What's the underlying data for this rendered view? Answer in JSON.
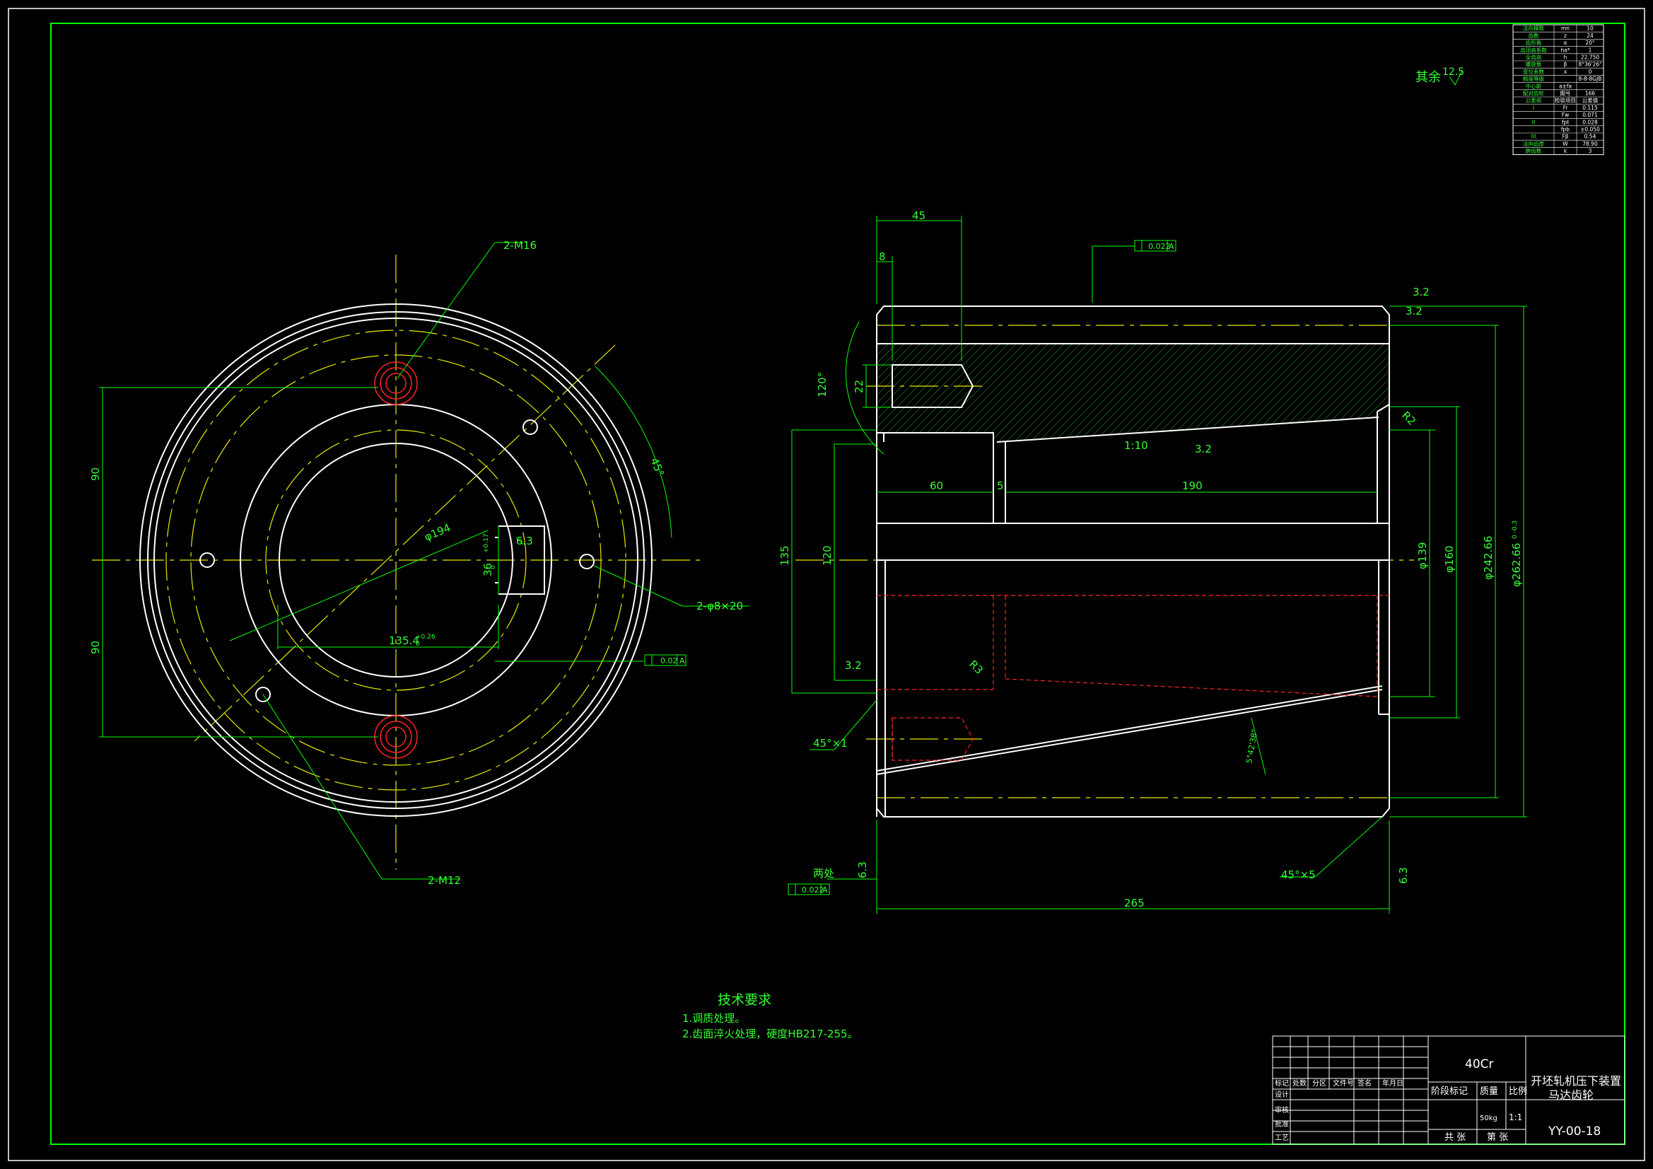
{
  "colors": {
    "background": "#000000",
    "outline": "#ffffff",
    "dimension": "#00ff00",
    "centerline": "#e8e800",
    "hidden": "#ff2222",
    "hatch": "#22aa22"
  },
  "left_view": {
    "bolt_top": "2-M16",
    "bolt_bottom": "2-M12",
    "holes": "2-φ8×20",
    "pcd": "φ194",
    "dim_90_a": "90",
    "dim_90_b": "90",
    "angle": "45°",
    "keyway_depth": "36",
    "keyway_depth_tol_hi": "+0.17",
    "keyway_depth_tol_lo": "0",
    "keyway_rough": "6.3",
    "bore_dim": "135.4",
    "bore_dim_tol_hi": "+0.26",
    "bore_dim_tol_lo": "0",
    "flatness_tol": "0.02",
    "flatness_ref": "A"
  },
  "right_view": {
    "dim_45": "45",
    "dim_8": "8",
    "dim_22": "22",
    "angle_120": "120°",
    "runout_tol": "0.022",
    "runout_ref": "A",
    "rough_top_a": "3.2",
    "rough_top_b": "3.2",
    "r2": "R2",
    "taper": "1:10",
    "taper_rough": "3.2",
    "dim_60": "60",
    "dim_5": "5",
    "dim_190": "190",
    "dim_135": "135",
    "dim_120": "120",
    "dim_139": "φ139",
    "dim_160": "φ160",
    "dim_242": "φ242.66",
    "dim_262": "φ262.66",
    "dim_262_tol": "0 -0.3",
    "rough_left": "3.2",
    "r3": "R3",
    "chamfer_left": "45°×1",
    "taper_angle": "5°42'38\"",
    "two_places": "两处",
    "runout2_tol": "0.022",
    "runout2_ref": "A",
    "rough_bottom_left": "6.3",
    "chamfer_right": "45°×5",
    "rough_bottom_right": "6.3",
    "dim_265": "265"
  },
  "roughness_note": {
    "label": "其余",
    "value": "12.5"
  },
  "param_table": {
    "rows": [
      [
        "法向模数",
        "mn",
        "10"
      ],
      [
        "齿数",
        "z",
        "24"
      ],
      [
        "齿形角",
        "α",
        "20°"
      ],
      [
        "齿顶高系数",
        "ha*",
        "1"
      ],
      [
        "全齿高",
        "h",
        "22.750"
      ],
      [
        "螺旋角",
        "β",
        "8°36'26\""
      ],
      [
        "变位系数",
        "x",
        "0"
      ],
      [
        "精度等级",
        "",
        "8-8-8GJB"
      ],
      [
        "中心距",
        "a±fa",
        ""
      ],
      [
        "配对齿轮",
        "图号",
        "166"
      ],
      [
        "公差组",
        "检验项目",
        "公差值"
      ],
      [
        "I",
        "Fr",
        "0.115"
      ],
      [
        "",
        "Fw",
        "0.071"
      ],
      [
        "II",
        "fpt",
        "0.028"
      ],
      [
        "",
        "fpb",
        "±0.050"
      ],
      [
        "III",
        "Fβ",
        "0.54"
      ],
      [
        "法向齿厚",
        "W",
        "78.90"
      ],
      [
        "跨齿数",
        "k",
        "3"
      ]
    ]
  },
  "notes": {
    "title": "技术要求",
    "lines": [
      "1.调质处理。",
      "2.齿面淬火处理，硬度HB217-255。"
    ]
  },
  "title_block": {
    "material": "40Cr",
    "title_line1": "开坯轧机压下装置",
    "title_line2": "马达齿轮",
    "drawing_no": "YY-00-18",
    "stage": "阶段标记",
    "mass": "质量",
    "scale": "比例",
    "mass_value": "50kg",
    "scale_value": "1:1",
    "total": "共  张",
    "sheet": "第  张",
    "col_mark": "标记",
    "col_count": "处数",
    "col_zone": "分区",
    "col_doc": "文件号",
    "col_sign": "签名",
    "col_date": "年月日",
    "design": "设计",
    "check": "审核",
    "approve": "批准",
    "process": "工艺"
  }
}
